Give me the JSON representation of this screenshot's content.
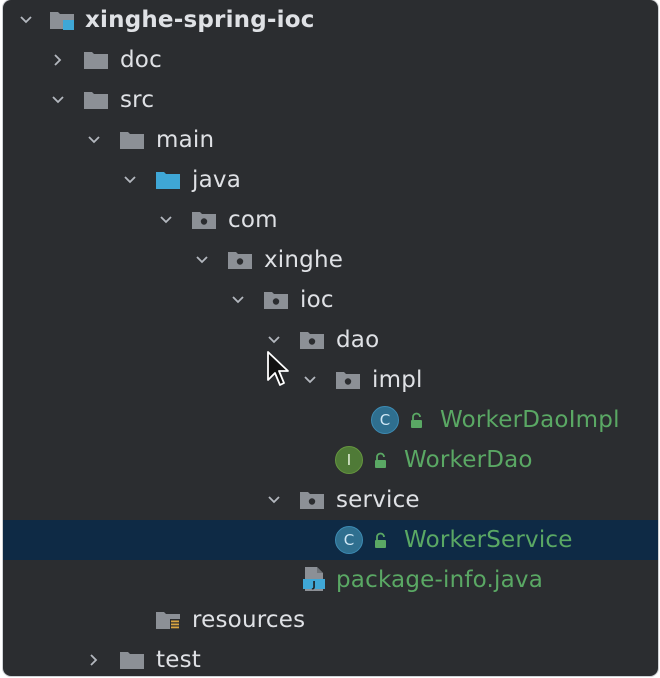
{
  "project_tree": {
    "root": {
      "label": "xinghe-spring-ioc",
      "expanded": true
    },
    "doc": {
      "label": "doc",
      "expanded": false
    },
    "src": {
      "label": "src",
      "expanded": true
    },
    "main": {
      "label": "main",
      "expanded": true
    },
    "java": {
      "label": "java",
      "expanded": true
    },
    "com": {
      "label": "com",
      "expanded": true
    },
    "xinghe": {
      "label": "xinghe",
      "expanded": true
    },
    "ioc": {
      "label": "ioc",
      "expanded": true
    },
    "dao": {
      "label": "dao",
      "expanded": true
    },
    "impl": {
      "label": "impl",
      "expanded": true
    },
    "worker_dao_impl": {
      "label": "WorkerDaoImpl",
      "kind": "class",
      "badge": "C"
    },
    "worker_dao": {
      "label": "WorkerDao",
      "kind": "interface",
      "badge": "I"
    },
    "service": {
      "label": "service",
      "expanded": true
    },
    "worker_service": {
      "label": "WorkerService",
      "kind": "class",
      "badge": "C",
      "selected": true
    },
    "package_info": {
      "label": "package-info.java"
    },
    "resources": {
      "label": "resources"
    },
    "test": {
      "label": "test",
      "expanded": false
    }
  },
  "colors": {
    "panel_bg": "#2b2d30",
    "selection_bg": "#0e2a45",
    "text": "#dfe1e5",
    "java_source_text": "#5aa864",
    "folder": "#8c9096",
    "source_folder": "#3fa7d6",
    "class_badge": "#2f6f8f",
    "interface_badge": "#4f7a37"
  }
}
